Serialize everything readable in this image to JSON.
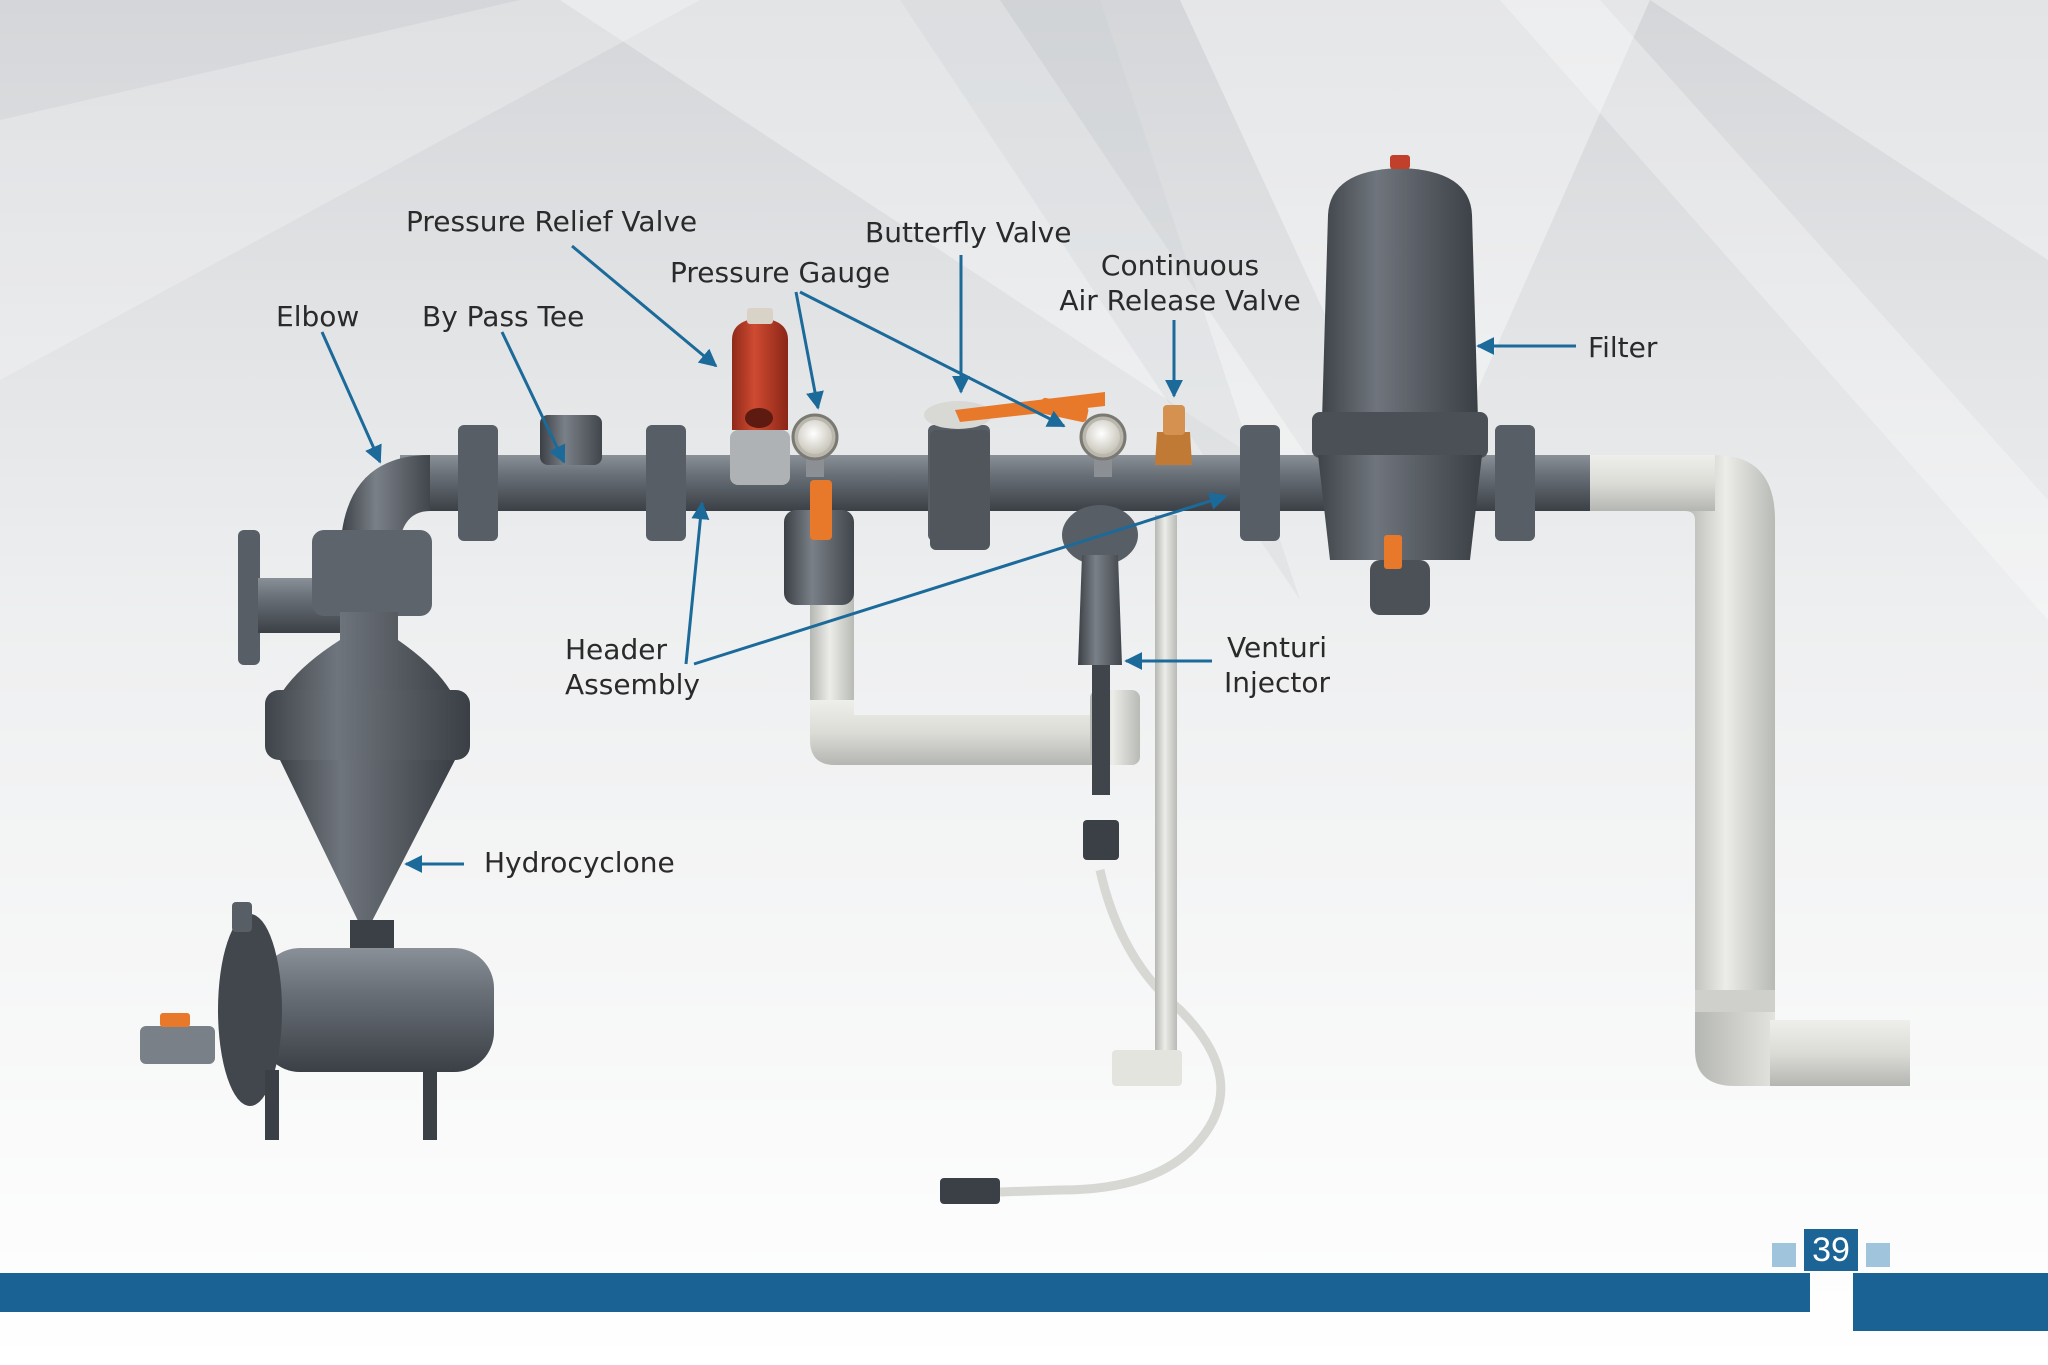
{
  "labels": {
    "pressure_relief_valve": "Pressure Relief Valve",
    "butterfly_valve": "Butterfly Valve",
    "pressure_gauge": "Pressure Gauge",
    "continuous_air_release_valve_line1": "Continuous",
    "continuous_air_release_valve_line2": "Air Release Valve",
    "elbow": "Elbow",
    "by_pass_tee": "By Pass Tee",
    "filter": "Filter",
    "header_assembly_line1": "Header",
    "header_assembly_line2": "Assembly",
    "venturi_injector_line1": "Venturi",
    "venturi_injector_line2": "Injector",
    "hydrocyclone": "Hydrocyclone"
  },
  "page_number": "39",
  "colors": {
    "arrow": "#1b6a9a",
    "footer_band": "#1a6194",
    "footer_accent": "#9fc4dc",
    "pipe_dark": "#5a6169",
    "pipe_light": "#d8d8d2",
    "handle_orange": "#e8792b",
    "relief_valve_red": "#b83a26",
    "air_valve_brass": "#c07a35"
  }
}
